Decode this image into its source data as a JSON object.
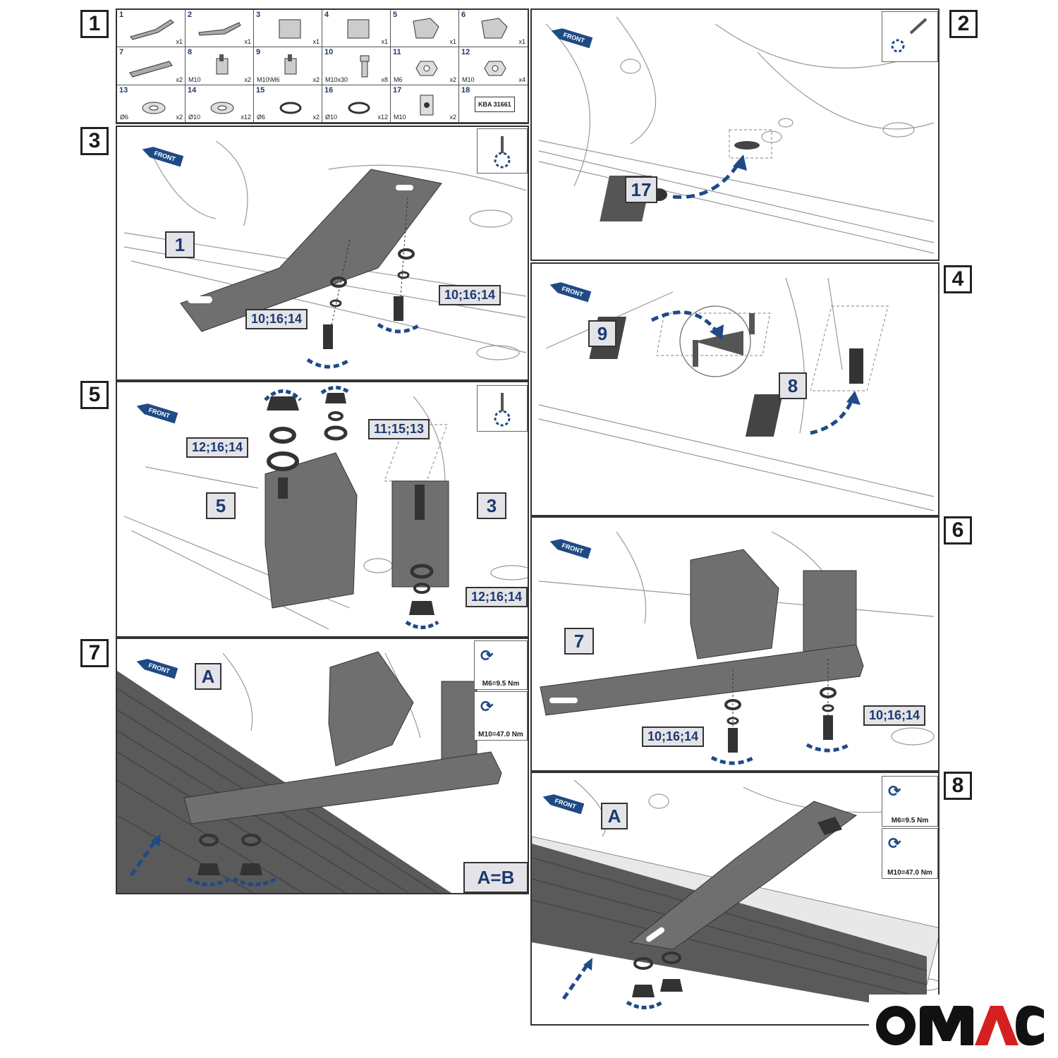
{
  "steps": {
    "s1": "1",
    "s2": "2",
    "s3": "3",
    "s4": "4",
    "s5": "5",
    "s6": "6",
    "s7": "7",
    "s8": "8"
  },
  "front_label": "FRONT",
  "parts": [
    {
      "num": "1",
      "spec": "",
      "qty": "x1",
      "icon": "long-bracket-icon"
    },
    {
      "num": "2",
      "spec": "",
      "qty": "x1",
      "icon": "flat-bracket-icon"
    },
    {
      "num": "3",
      "spec": "",
      "qty": "x1",
      "icon": "box-bracket-icon"
    },
    {
      "num": "4",
      "spec": "",
      "qty": "x1",
      "icon": "box-bracket-icon"
    },
    {
      "num": "5",
      "spec": "",
      "qty": "x1",
      "icon": "plate-bracket-icon"
    },
    {
      "num": "6",
      "spec": "",
      "qty": "x1",
      "icon": "plate-bracket-icon"
    },
    {
      "num": "7",
      "spec": "",
      "qty": "x2",
      "icon": "support-bar-icon"
    },
    {
      "num": "8",
      "spec": "M10",
      "qty": "x2",
      "icon": "bolt-plate-icon"
    },
    {
      "num": "9",
      "spec": "M10\\M6",
      "qty": "x2",
      "icon": "bolt-plate-icon"
    },
    {
      "num": "10",
      "spec": "M10x30",
      "qty": "x8",
      "icon": "bolt-icon"
    },
    {
      "num": "11",
      "spec": "M6",
      "qty": "x2",
      "icon": "nut-icon"
    },
    {
      "num": "12",
      "spec": "M10",
      "qty": "x4",
      "icon": "nut-icon"
    },
    {
      "num": "13",
      "spec": "Ø6",
      "qty": "x2",
      "icon": "washer-icon"
    },
    {
      "num": "14",
      "spec": "Ø10",
      "qty": "x12",
      "icon": "washer-icon"
    },
    {
      "num": "15",
      "spec": "Ø6",
      "qty": "x2",
      "icon": "spring-washer-icon"
    },
    {
      "num": "16",
      "spec": "Ø10",
      "qty": "x12",
      "icon": "spring-washer-icon"
    },
    {
      "num": "17",
      "spec": "M10",
      "qty": "x2",
      "icon": "cage-nut-icon"
    },
    {
      "num": "18",
      "spec": "",
      "qty": "",
      "icon": "",
      "label": "KBA 31661"
    }
  ],
  "callouts": {
    "p2_part": "17",
    "p3_part": "1",
    "p3_left": "10;16;14",
    "p3_right": "10;16;14",
    "p4_part9": "9",
    "p4_part8": "8",
    "p5_top_left": "12;16;14",
    "p5_top_right": "11;15;13",
    "p5_part5": "5",
    "p5_part3": "3",
    "p5_bottom": "12;16;14",
    "p6_part": "7",
    "p6_left": "10;16;14",
    "p6_right": "10;16;14",
    "p7_a": "A",
    "p8_a": "A"
  },
  "torque": {
    "m6": "M6=9.5 Nm",
    "m10": "M10=47.0 Nm"
  },
  "equality": "A=B",
  "logo": {
    "text": "omac",
    "accent": "#d42020"
  },
  "colors": {
    "metal": "#6f6f6f",
    "metal_dark": "#4a4a4a",
    "accent": "#1f4a86",
    "tag_bg": "#e4e4e8"
  }
}
